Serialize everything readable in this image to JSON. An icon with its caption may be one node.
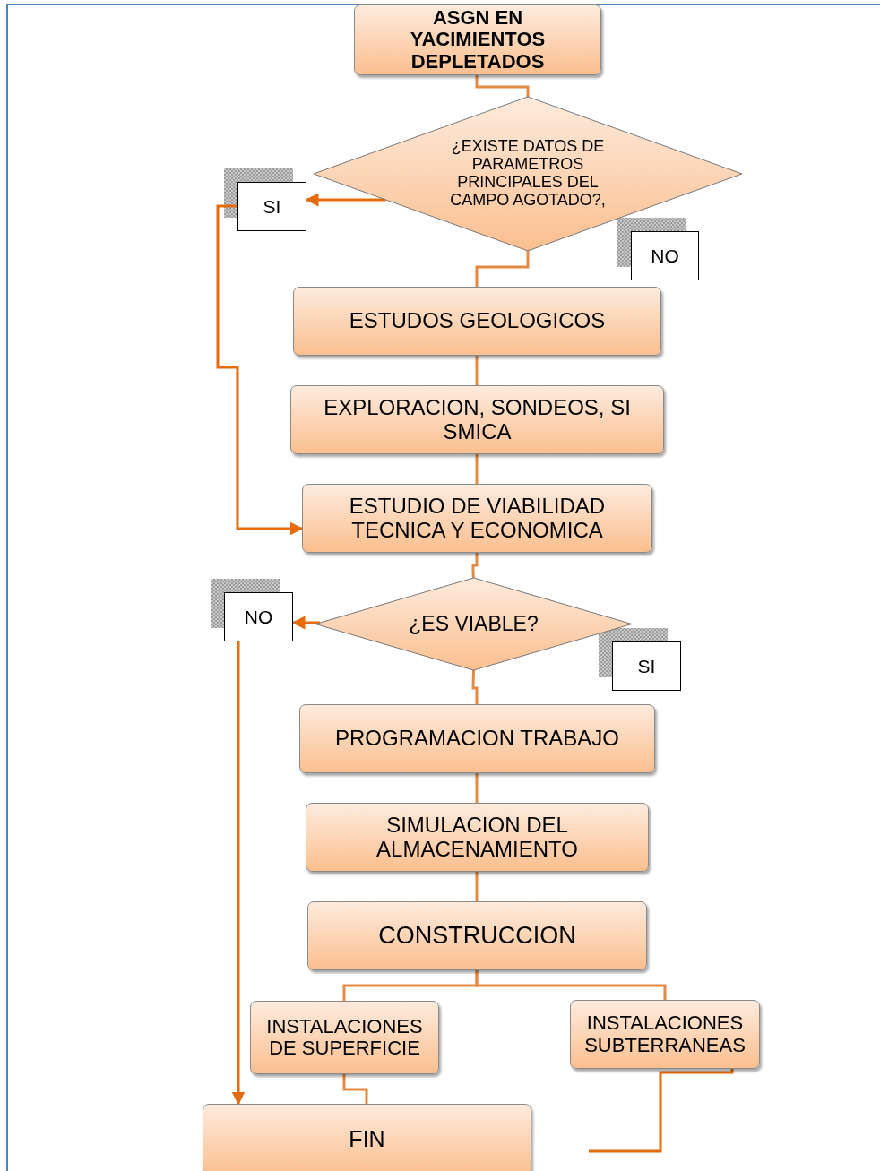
{
  "diagram": {
    "nodes": [
      {
        "text": [
          "ASGN EN YACIMIENTOS DEPLETADOS"
        ]
      },
      {
        "text": [
          "¿EXISTE DATOS DE PARAMETROS PRINCIPALES DEL CAMPO AGOTADO?,"
        ]
      },
      {
        "text": [
          "SI"
        ]
      },
      {
        "text": [
          "NO"
        ]
      },
      {
        "text": [
          "ESTUDOS GEOLOGICOS"
        ]
      },
      {
        "text": [
          "EXPLORACION, SONDEOS, SI SMICA"
        ]
      },
      {
        "text": [
          "ESTUDIO DE VIABILIDAD TECNICA Y ECONOMICA"
        ]
      },
      {
        "text": [
          "¿ES VIABLE?"
        ]
      },
      {
        "text": [
          "NO"
        ]
      },
      {
        "text": [
          "SI"
        ]
      },
      {
        "text": [
          "PROGRAMACION TRABAJO"
        ]
      },
      {
        "text": [
          "SIMULACION DEL ALMACENAMIENTO"
        ]
      },
      {
        "text": [
          "CONSTRUCCION"
        ]
      },
      {
        "text": [
          "INSTALACIONES DE SUPERFICIE"
        ]
      },
      {
        "text": [
          "INSTALACIONES SUBTERRANEAS"
        ]
      },
      {
        "text": [
          "FIN"
        ]
      }
    ],
    "edges": [
      {
        "from": 0,
        "to": 1,
        "arrow": "none"
      },
      {
        "from": 1,
        "to": 2,
        "arrow": "to",
        "color": "#e46c0a"
      },
      {
        "from": 2,
        "to": 6,
        "arrow": "to",
        "color": "#e46c0a"
      },
      {
        "from": 1,
        "to": 4,
        "arrow": "none"
      },
      {
        "from": 4,
        "to": 5,
        "arrow": "none"
      },
      {
        "from": 5,
        "to": 6,
        "arrow": "none"
      },
      {
        "from": 6,
        "to": 7,
        "arrow": "none"
      },
      {
        "from": 7,
        "to": 8,
        "arrow": "to",
        "color": "#e46c0a"
      },
      {
        "from": 8,
        "to": 15,
        "arrow": "to",
        "color": "#e46c0a"
      },
      {
        "from": 7,
        "to": 10,
        "arrow": "none"
      },
      {
        "from": 10,
        "to": 11,
        "arrow": "none"
      },
      {
        "from": 11,
        "to": 12,
        "arrow": "none"
      },
      {
        "from": 12,
        "to": 13,
        "arrow": "none"
      },
      {
        "from": 12,
        "to": 14,
        "arrow": "none"
      },
      {
        "from": 13,
        "to": 15,
        "arrow": "none"
      },
      {
        "from": 14,
        "to": null,
        "arrow": "none",
        "color": "#e46c0a"
      }
    ]
  }
}
